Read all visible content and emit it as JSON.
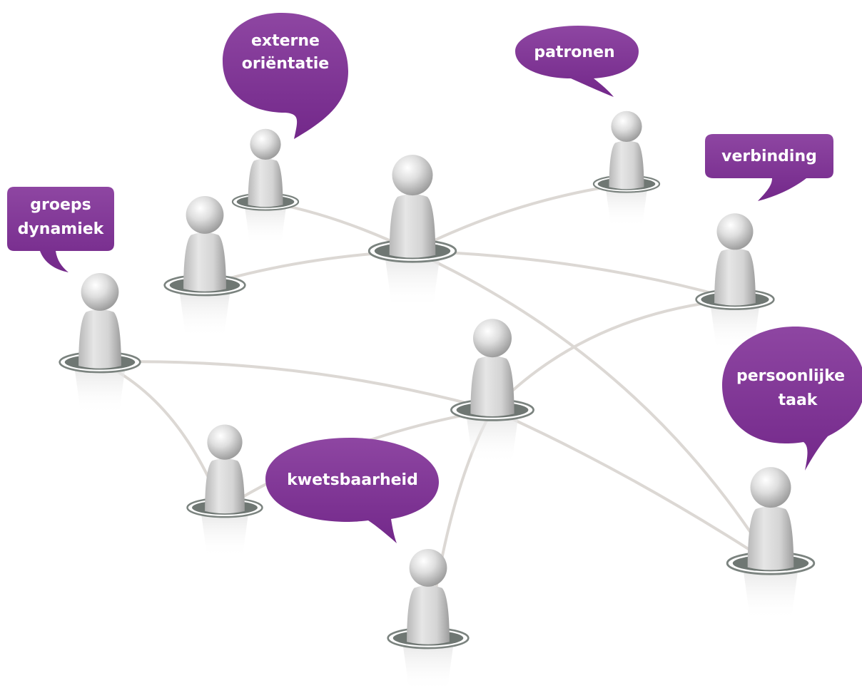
{
  "colors": {
    "bubble": "#7b3290",
    "bubble_light": "#8c45a0",
    "connector": "#dcd8d4",
    "person_body": "#d6d6d6",
    "person_shadow": "#a8a8a8",
    "base_ring": "#6f7773"
  },
  "icons": {
    "person": "person-icon",
    "bubble": "speech-bubble"
  },
  "bubbles": {
    "externe_orientatie": [
      "externe",
      "oriëntatie"
    ],
    "patronen": [
      "patronen"
    ],
    "verbinding": [
      "verbinding"
    ],
    "groeps_dynamiek": [
      "groeps",
      "dynamiek"
    ],
    "persoonlijke_taak": [
      "persoonlijke",
      "taak"
    ],
    "kwetsbaarheid": [
      "kwetsbaarheid"
    ]
  }
}
